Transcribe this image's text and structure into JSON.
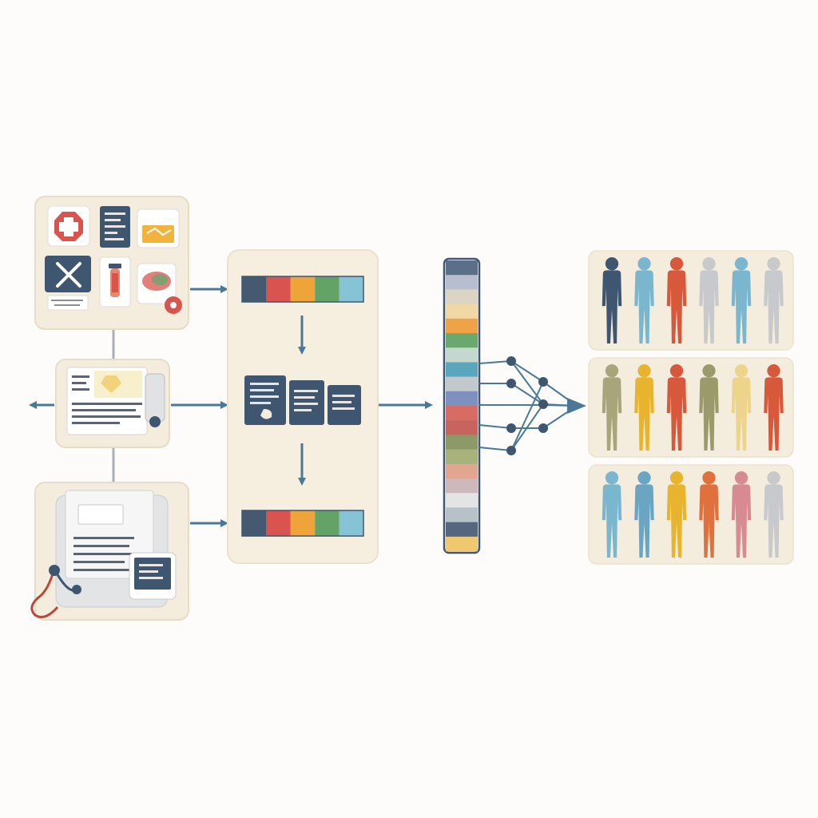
{
  "colors": {
    "panel": "#f4ecdc",
    "panel_border": "#e8dcc4",
    "navy": "#3f5670",
    "arrow": "#4a7896",
    "line_gray": "#a8b0b8"
  },
  "palette_strip": [
    "#455a70",
    "#d9534f",
    "#efa43a",
    "#63a366",
    "#86c3d6"
  ],
  "embedding_stack": [
    "#5b6f88",
    "#b8bdd0",
    "#dcd4c4",
    "#f2d8a4",
    "#f0a248",
    "#6aa870",
    "#c4d8d0",
    "#5aa6bc",
    "#c4c8cc",
    "#7e90c0",
    "#d86c64",
    "#c86460",
    "#8c9a68",
    "#a8b27c",
    "#e2a690",
    "#cdb8bc",
    "#e2e4e6",
    "#b8c0c8",
    "#56667e",
    "#f0c870"
  ],
  "person_rows": [
    [
      "#3f5670",
      "#7bb6cf",
      "#d8583c",
      "#c7c9cc",
      "#7bb6cf",
      "#c7c9cc"
    ],
    [
      "#a8a57a",
      "#e9b42d",
      "#d8583c",
      "#9a9a6a",
      "#ecd58a",
      "#d8583c"
    ],
    [
      "#7bb6cf",
      "#6aa6c4",
      "#e9b42d",
      "#e0703c",
      "#d88a92",
      "#c7c9cc"
    ]
  ],
  "icons": {
    "source_records": [
      "medical-cross-icon",
      "document-icon",
      "folder-icon",
      "tools-icon",
      "syringe-icon",
      "first-aid-icon",
      "stethoscope-icon",
      "report-icon",
      "scanner-icon"
    ],
    "sources": [
      "source-panel-documents",
      "source-panel-report",
      "source-panel-device"
    ],
    "node_icon": "network-node-icon",
    "person_icon": "person-icon"
  },
  "diagram_text": []
}
